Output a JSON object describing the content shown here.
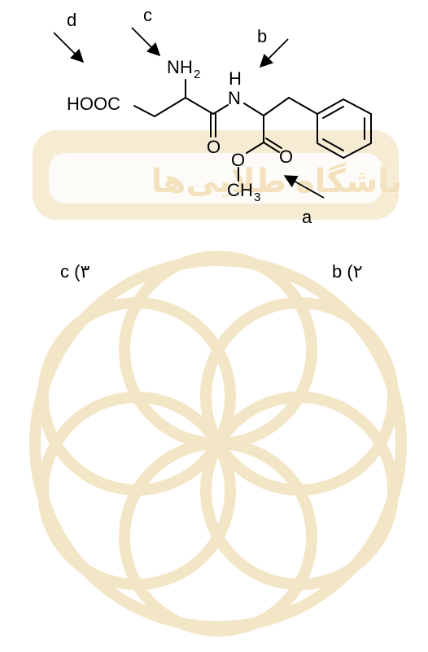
{
  "molecule": {
    "acid_group": "HOOC",
    "amine_n": "N",
    "amine_h": "H",
    "amine_sub": "2",
    "amide_h": "H",
    "amide_n": "N",
    "carbonyl_o": "O",
    "ester_o_double": "O",
    "ester_o_single": "O",
    "methyl_c": "C",
    "methyl_h": "H",
    "methyl_sub": "3"
  },
  "arrow_labels": {
    "a": "a",
    "b": "b",
    "c": "c",
    "d": "d"
  },
  "options": {
    "opt2": "b (٢",
    "opt3": "c (٣"
  },
  "watermark": {
    "text": "باشگاه طلایی‌ها",
    "color": "#f3e6c8",
    "stroke": "#f1e1bc"
  }
}
